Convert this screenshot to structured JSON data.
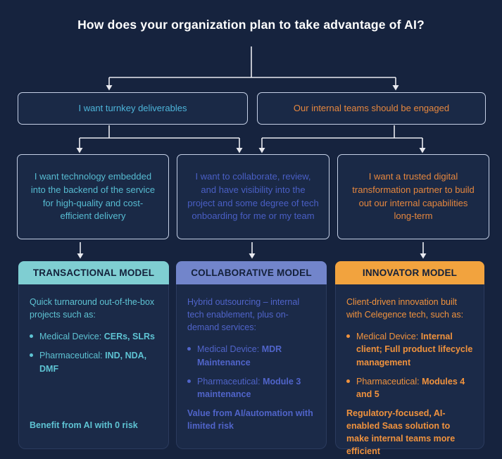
{
  "page": {
    "title": "How does your organization plan to take advantage of AI?",
    "background": "#16233E",
    "connector_color": "#E9EAF0"
  },
  "level1": [
    {
      "text": "I want turnkey deliverables",
      "color": "#4DB5DA"
    },
    {
      "text": "Our internal teams should be engaged",
      "color": "#E6873E"
    }
  ],
  "level2": [
    {
      "text": "I want technology embedded into the backend of the service for high-quality and cost-efficient delivery",
      "color": "#57BCD2"
    },
    {
      "text": "I want to collaborate, review, and have visibility into the project and some degree of tech onboarding for me or my team",
      "color": "#4A5FC5"
    },
    {
      "text": "I want a trusted digital transformation partner to build out our internal capabilities long-term",
      "color": "#E6873E"
    }
  ],
  "cards": [
    {
      "title": "TRANSACTIONAL MODEL",
      "header_bg": "#7FCED2",
      "text_color": "#5EC3D3",
      "intro": "Quick turnaround out-of-the-box projects such as:",
      "bullets": [
        {
          "plain": "Medical Device: ",
          "bold": "CERs, SLRs"
        },
        {
          "plain": "Pharmaceutical: ",
          "bold": "IND, NDA, DMF"
        }
      ],
      "footer": "Benefit from AI with 0 risk"
    },
    {
      "title": "COLLABORATIVE MODEL",
      "header_bg": "#7285CB",
      "text_color": "#5064C9",
      "intro": "Hybrid outsourcing – internal tech enablement, plus on-demand services:",
      "bullets": [
        {
          "plain": "Medical Device: ",
          "bold": "MDR Maintenance"
        },
        {
          "plain": "Pharmaceutical: ",
          "bold": "Module 3 maintenance"
        }
      ],
      "footer": "Value from AI/automation with limited risk"
    },
    {
      "title": "INNOVATOR MODEL",
      "header_bg": "#F2A33E",
      "text_color": "#F0923D",
      "intro": "Client-driven innovation built with Celegence tech, such as:",
      "bullets": [
        {
          "plain": "Medical Device: ",
          "bold": "Internal client; Full product lifecycle management"
        },
        {
          "plain": "Pharmaceutical: ",
          "bold": "Modules 4 and 5"
        }
      ],
      "footer": "Regulatory-focused, AI-enabled Saas solution to make internal teams more efficient"
    }
  ]
}
